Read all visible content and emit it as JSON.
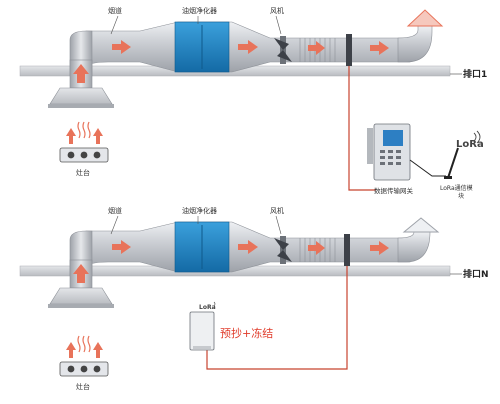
{
  "system1": {
    "flue_label": "烟道",
    "purifier_label": "油烟净化器",
    "fan_label": "风机",
    "outlet_label": "排口1",
    "stove_label": "灶台",
    "gateway_label": "数据传输网关",
    "lora_logo": "LoRa",
    "lora_antenna_label_line1": "LoRa通信模",
    "lora_antenna_label_line2": "块"
  },
  "system2": {
    "flue_label": "烟道",
    "purifier_label": "油烟净化器",
    "fan_label": "风机",
    "outlet_label": "排口N",
    "stove_label": "灶台",
    "device_logo": "LoRa",
    "device_label": "预抄+冻结"
  },
  "colors": {
    "pipe": "#c9ccd2",
    "purifier": "#1f84c3",
    "flow_arrow": "#e8735a",
    "annotation_text": "#e03b2a",
    "wire": "#c8432f",
    "platform": "#d4d6d9"
  }
}
